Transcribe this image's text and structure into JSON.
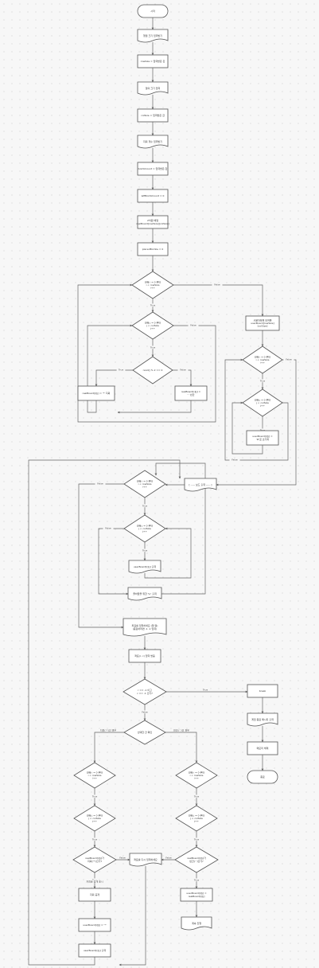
{
  "nodes": [
    {
      "id": "n_start",
      "shape": "terminal",
      "lines": [
        "시작"
      ]
    },
    {
      "id": "n_in1",
      "shape": "document",
      "lines": [
        "행열 크기 입력받기"
      ]
    },
    {
      "id": "n_p1",
      "shape": "process",
      "lines": [
        "rowSize = 입력받은 값"
      ]
    },
    {
      "id": "n_in2",
      "shape": "document",
      "lines": [
        "열의 크기 입력"
      ]
    },
    {
      "id": "n_p2",
      "shape": "process",
      "lines": [
        "colSize = 입력받은 값"
      ]
    },
    {
      "id": "n_in3",
      "shape": "document",
      "lines": [
        "지뢰 개수 입력받기"
      ]
    },
    {
      "id": "n_p3",
      "shape": "process",
      "lines": [
        "bombCount = 입력받은 값"
      ]
    },
    {
      "id": "n_p4",
      "shape": "process",
      "lines": [
        "leftBombCount = 0"
      ]
    },
    {
      "id": "n_p5",
      "shape": "process",
      "lines": [
        "2차원 배열",
        "realBoard[rowSize][colSize]"
      ]
    },
    {
      "id": "n_p6",
      "shape": "process",
      "lines": [
        "placedBombs = 0"
      ]
    },
    {
      "id": "d_loop_i1",
      "shape": "decision",
      "lines": [
        "반복 i = 0 부터",
        "i < rowSize",
        "i++"
      ]
    },
    {
      "id": "d_loop_j1",
      "shape": "decision",
      "lines": [
        "반복 j = 0 부터",
        "j < colSize",
        "j++"
      ]
    },
    {
      "id": "d_rand",
      "shape": "decision",
      "lines": [
        "rand() % 2 == 0"
      ]
    },
    {
      "id": "n_bomb",
      "shape": "process",
      "lines": [
        "realBoard[i][j] = '*' 지뢰"
      ]
    },
    {
      "id": "n_empty",
      "shape": "process",
      "lines": [
        "realBoard[i][j] =",
        "' ' 빈칸"
      ]
    },
    {
      "id": "n_board",
      "shape": "process",
      "lines": [
        "사용자에게 보여줄",
        "userBoard[rowSize]",
        "[colSize]"
      ]
    },
    {
      "id": "d_loop_i2",
      "shape": "decision",
      "lines": [
        "반복 i = 0 부터",
        "i < rowSize",
        "i++"
      ]
    },
    {
      "id": "d_loop_j2",
      "shape": "decision",
      "lines": [
        "반복 j = 0 부터",
        "j < colSize",
        "j++"
      ]
    },
    {
      "id": "n_fill",
      "shape": "process",
      "lines": [
        "userBoard[i][j] =",
        "'#'로 초기화"
      ]
    },
    {
      "id": "n_show",
      "shape": "document",
      "lines": [
        "[ ----- 보드 출력 ----- ]"
      ]
    },
    {
      "id": "d_loop_i3",
      "shape": "decision",
      "lines": [
        "반복 i = 0 부터",
        "i < rowSize",
        "i++"
      ]
    },
    {
      "id": "d_loop_j3",
      "shape": "decision",
      "lines": [
        "반복 j = 0 부터",
        "j < colSize",
        "j++"
      ]
    },
    {
      "id": "n_print",
      "shape": "document",
      "lines": [
        "userBoard[i][j] 출력"
      ]
    },
    {
      "id": "n_newline",
      "shape": "document",
      "lines": [
        "줄바꿈을 위한 '\\n' 출력"
      ]
    },
    {
      "id": "n_prompt",
      "shape": "document",
      "lines": [
        "좌표를 입력하세요 (행,열)",
        "(종료하려면 -1 -1 입력)"
      ]
    },
    {
      "id": "n_input",
      "shape": "process",
      "lines": [
        "좌표(r, c) 입력 받음"
      ]
    },
    {
      "id": "d_exit",
      "shape": "decision",
      "lines": [
        "r == -1 이고",
        "c == -1 인가?"
      ]
    },
    {
      "id": "n_r_break",
      "shape": "process",
      "lines": [
        "break"
      ]
    },
    {
      "id": "n_r_end_msg",
      "shape": "document",
      "lines": [
        "게임 종료 메시지 출력"
      ]
    },
    {
      "id": "n_r_free",
      "shape": "process",
      "lines": [
        "메모리 해제"
      ]
    },
    {
      "id": "n_end",
      "shape": "terminal",
      "lines": [
        "종료"
      ]
    },
    {
      "id": "d_cell",
      "shape": "decision",
      "lines": [
        "선택한 칸 확인"
      ]
    },
    {
      "id": "d_l_i",
      "shape": "decision",
      "lines": [
        "반복 i = 0 부터",
        "i < rowSize",
        "i++"
      ]
    },
    {
      "id": "d_l_j",
      "shape": "decision",
      "lines": [
        "반복 j = 0 부터",
        "j < colSize",
        "j++"
      ]
    },
    {
      "id": "d_l_check",
      "shape": "decision",
      "lines": [
        "realBoard[i][j]가",
        "지뢰('*')인가?"
      ]
    },
    {
      "id": "n_l_reveal",
      "shape": "process",
      "lines": [
        "지뢰 공개"
      ]
    },
    {
      "id": "n_l_set",
      "shape": "process",
      "lines": [
        "userBoard[i][j] = '*'"
      ]
    },
    {
      "id": "n_l_print",
      "shape": "process",
      "lines": [
        "userBoard[i][j] 출력"
      ]
    },
    {
      "id": "d_r_i",
      "shape": "decision",
      "lines": [
        "반복 i = 0 부터",
        "i < rowSize",
        "i++"
      ]
    },
    {
      "id": "d_r_j",
      "shape": "decision",
      "lines": [
        "반복 j = 0 부터",
        "j < colSize",
        "j++"
      ]
    },
    {
      "id": "d_r_check",
      "shape": "decision",
      "lines": [
        "realBoard[i][j]가",
        "빈칸(' ')인가?"
      ]
    },
    {
      "id": "n_r_set",
      "shape": "process",
      "lines": [
        "userBoard[i][j] =",
        "realBoard[i][j]"
      ]
    },
    {
      "id": "n_r_continue",
      "shape": "document",
      "lines": [
        "계속 진행"
      ]
    },
    {
      "id": "n_mid",
      "shape": "document",
      "lines": [
        "좌표를 다시 입력하세요"
      ]
    }
  ],
  "edges": [
    {
      "id": "e_start_in1",
      "label": ""
    },
    {
      "id": "e_in1_p1",
      "label": ""
    },
    {
      "id": "e_p1_in2",
      "label": ""
    },
    {
      "id": "e_in2_p2",
      "label": ""
    },
    {
      "id": "e_p2_in3",
      "label": ""
    },
    {
      "id": "e_in3_p3",
      "label": ""
    },
    {
      "id": "e_p3_p4",
      "label": ""
    },
    {
      "id": "e_p4_p5",
      "label": ""
    },
    {
      "id": "e_p5_p6",
      "label": ""
    },
    {
      "id": "e_p6_i1",
      "label": ""
    },
    {
      "id": "e_i1_j1",
      "label": "True"
    },
    {
      "id": "e_i1_board",
      "label": "False"
    },
    {
      "id": "e_j1_rand",
      "label": "True"
    },
    {
      "id": "e_j1_back",
      "label": "False"
    },
    {
      "id": "e_rand_bomb",
      "label": "True"
    },
    {
      "id": "e_rand_empty",
      "label": "False"
    },
    {
      "id": "e_bomb_back",
      "label": ""
    },
    {
      "id": "e_empty_back",
      "label": ""
    },
    {
      "id": "e_board_i2",
      "label": ""
    },
    {
      "id": "e_i2_j2",
      "label": "True"
    },
    {
      "id": "e_i2_show",
      "label": "False"
    },
    {
      "id": "e_j2_fill",
      "label": "True"
    },
    {
      "id": "e_fill_back",
      "label": ""
    },
    {
      "id": "e_j2_back",
      "label": "False"
    },
    {
      "id": "e_show_i3",
      "label": ""
    },
    {
      "id": "e_i3_j3",
      "label": "True"
    },
    {
      "id": "e_i3_prompt",
      "label": "False"
    },
    {
      "id": "e_j3_print",
      "label": "True"
    },
    {
      "id": "e_j3_newline",
      "label": "False"
    },
    {
      "id": "e_print_back",
      "label": ""
    },
    {
      "id": "e_newline_back",
      "label": ""
    },
    {
      "id": "e_prompt_input",
      "label": ""
    },
    {
      "id": "e_input_exit",
      "label": ""
    },
    {
      "id": "e_exit_break",
      "label": "True"
    },
    {
      "id": "e_break_msg",
      "label": ""
    },
    {
      "id": "e_msg_free",
      "label": ""
    },
    {
      "id": "e_free_end",
      "label": ""
    },
    {
      "id": "e_exit_cell",
      "label": "False"
    },
    {
      "id": "e_cell_left",
      "label": "지뢰('*')인 경우"
    },
    {
      "id": "e_cell_right",
      "label": "빈칸(' ')인 경우"
    },
    {
      "id": "e_l_i_j",
      "label": "True"
    },
    {
      "id": "e_l_j_check",
      "label": "True"
    },
    {
      "id": "e_l_check_reveal",
      "label": "True"
    },
    {
      "id": "e_l_check_mid",
      "label": "False"
    },
    {
      "id": "e_l_reveal_set",
      "label": "지뢰를 공개 표시"
    },
    {
      "id": "e_l_set_print",
      "label": ""
    },
    {
      "id": "e_r_i_j",
      "label": "True"
    },
    {
      "id": "e_r_j_check",
      "label": "True"
    },
    {
      "id": "e_r_check_set",
      "label": "True"
    },
    {
      "id": "e_r_check_mid",
      "label": "False"
    },
    {
      "id": "e_r_set_cont",
      "label": ""
    },
    {
      "id": "e_loop_back_main",
      "label": ""
    },
    {
      "id": "e_mid_back",
      "label": ""
    }
  ]
}
